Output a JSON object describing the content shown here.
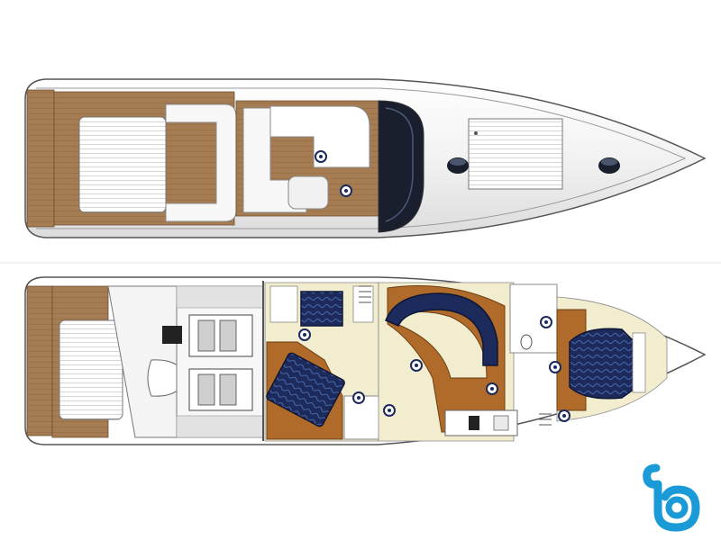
{
  "brand": {
    "logo_icon": "boataround-b-logo-icon",
    "accent_color": "#1a9ad6"
  },
  "colors": {
    "teak": "#a67c52",
    "teak_dark": "#7a5a38",
    "wood": "#b06a2a",
    "cream": "#f3edcf",
    "upholstery": "#1c2a5c",
    "hull_line": "#555555",
    "glass": "#1a1f2e"
  },
  "views": [
    {
      "name": "deck-plan",
      "icon": "top-deck-view"
    },
    {
      "name": "lower-deck-plan",
      "icon": "interior-layout-view"
    }
  ]
}
